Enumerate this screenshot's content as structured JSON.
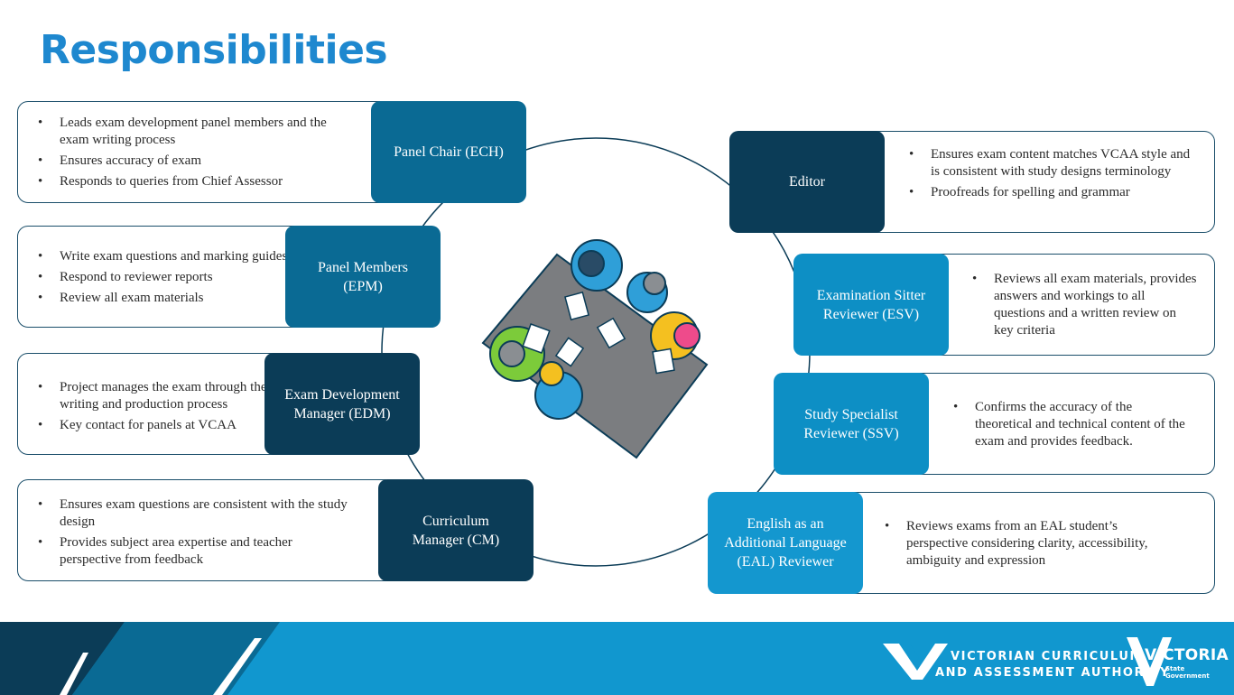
{
  "title": "Responsibilities",
  "left_roles": [
    {
      "name": "Panel Chair (ECH)",
      "bullets": [
        "Leads exam development panel members and the exam writing process",
        "Ensures accuracy of exam",
        "Responds to queries from Chief Assessor"
      ]
    },
    {
      "name": "Panel Members (EPM)",
      "bullets": [
        "Write exam questions and marking guides",
        "Respond to reviewer reports",
        "Review all exam materials"
      ]
    },
    {
      "name": "Exam Development Manager (EDM)",
      "bullets": [
        "Project manages the exam through the writing and production process",
        "Key contact for panels at VCAA"
      ]
    },
    {
      "name": "Curriculum Manager (CM)",
      "bullets": [
        "Ensures exam questions are consistent with the study design",
        "Provides subject area expertise and teacher perspective from feedback"
      ]
    }
  ],
  "right_roles": [
    {
      "name": "Editor",
      "bullets": [
        "Ensures exam content matches VCAA style and is consistent with study designs terminology",
        "Proofreads for spelling and grammar"
      ]
    },
    {
      "name": "Examination Sitter Reviewer (ESV)",
      "bullets": [
        "Reviews all exam materials, provides answers and workings to all questions and a written review on key criteria"
      ]
    },
    {
      "name": "Study Specialist Reviewer (SSV)",
      "bullets": [
        "Confirms the accuracy of the theoretical and technical content of the exam and provides feedback."
      ]
    },
    {
      "name": "English as an Additional Language (EAL) Reviewer",
      "bullets": [
        "Reviews exams from an EAL student’s perspective considering clarity, accessibility, ambiguity and expression"
      ]
    }
  ],
  "footer": {
    "vcaa_line1": "VICTORIAN CURRICULUM",
    "vcaa_line2": "AND ASSESSMENT AUTHORITY",
    "vic_word": "VICTORIA",
    "vic_sub1": "State",
    "vic_sub2": "Government"
  },
  "colors": {
    "title": "#1e88cf",
    "dark": "#0b3c57",
    "mid": "#0a6a94",
    "light": "#1497cf",
    "footer": "#1197cf"
  }
}
